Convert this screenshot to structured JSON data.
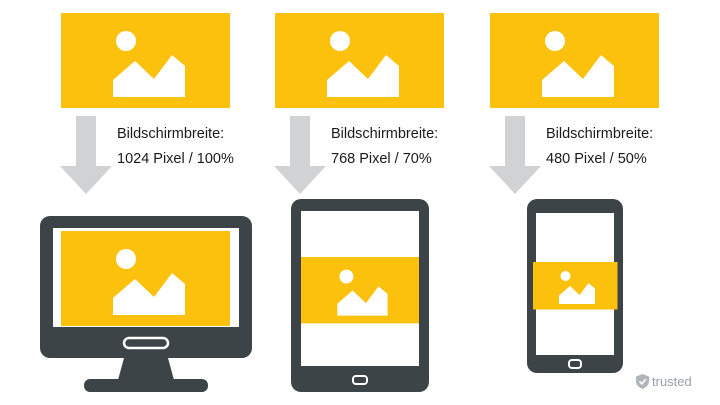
{
  "colors": {
    "image_fill": "#fcc10c",
    "image_icon": "#ffffff",
    "device_frame": "#3d4448",
    "screen": "#ffffff",
    "arrow": "#d0d2d3",
    "text": "#1a1a1a",
    "watermark": "#9aa0a6"
  },
  "columns": [
    {
      "device": "desktop-monitor",
      "caption_line1": "Bildschirmbreite:",
      "caption_line2": "1024 Pixel / 100%",
      "image_width_fraction": 1.0
    },
    {
      "device": "tablet",
      "caption_line1": "Bildschirmbreite:",
      "caption_line2": "768 Pixel / 70%",
      "image_width_fraction": 0.7
    },
    {
      "device": "smartphone",
      "caption_line1": "Bildschirmbreite:",
      "caption_line2": "480 Pixel / 50%",
      "image_width_fraction": 0.5
    }
  ],
  "icons": {
    "placeholder": "image-placeholder-icon",
    "arrow": "arrow-down-icon",
    "watermark": "shield-check-icon"
  },
  "watermark": {
    "text": "trusted"
  }
}
